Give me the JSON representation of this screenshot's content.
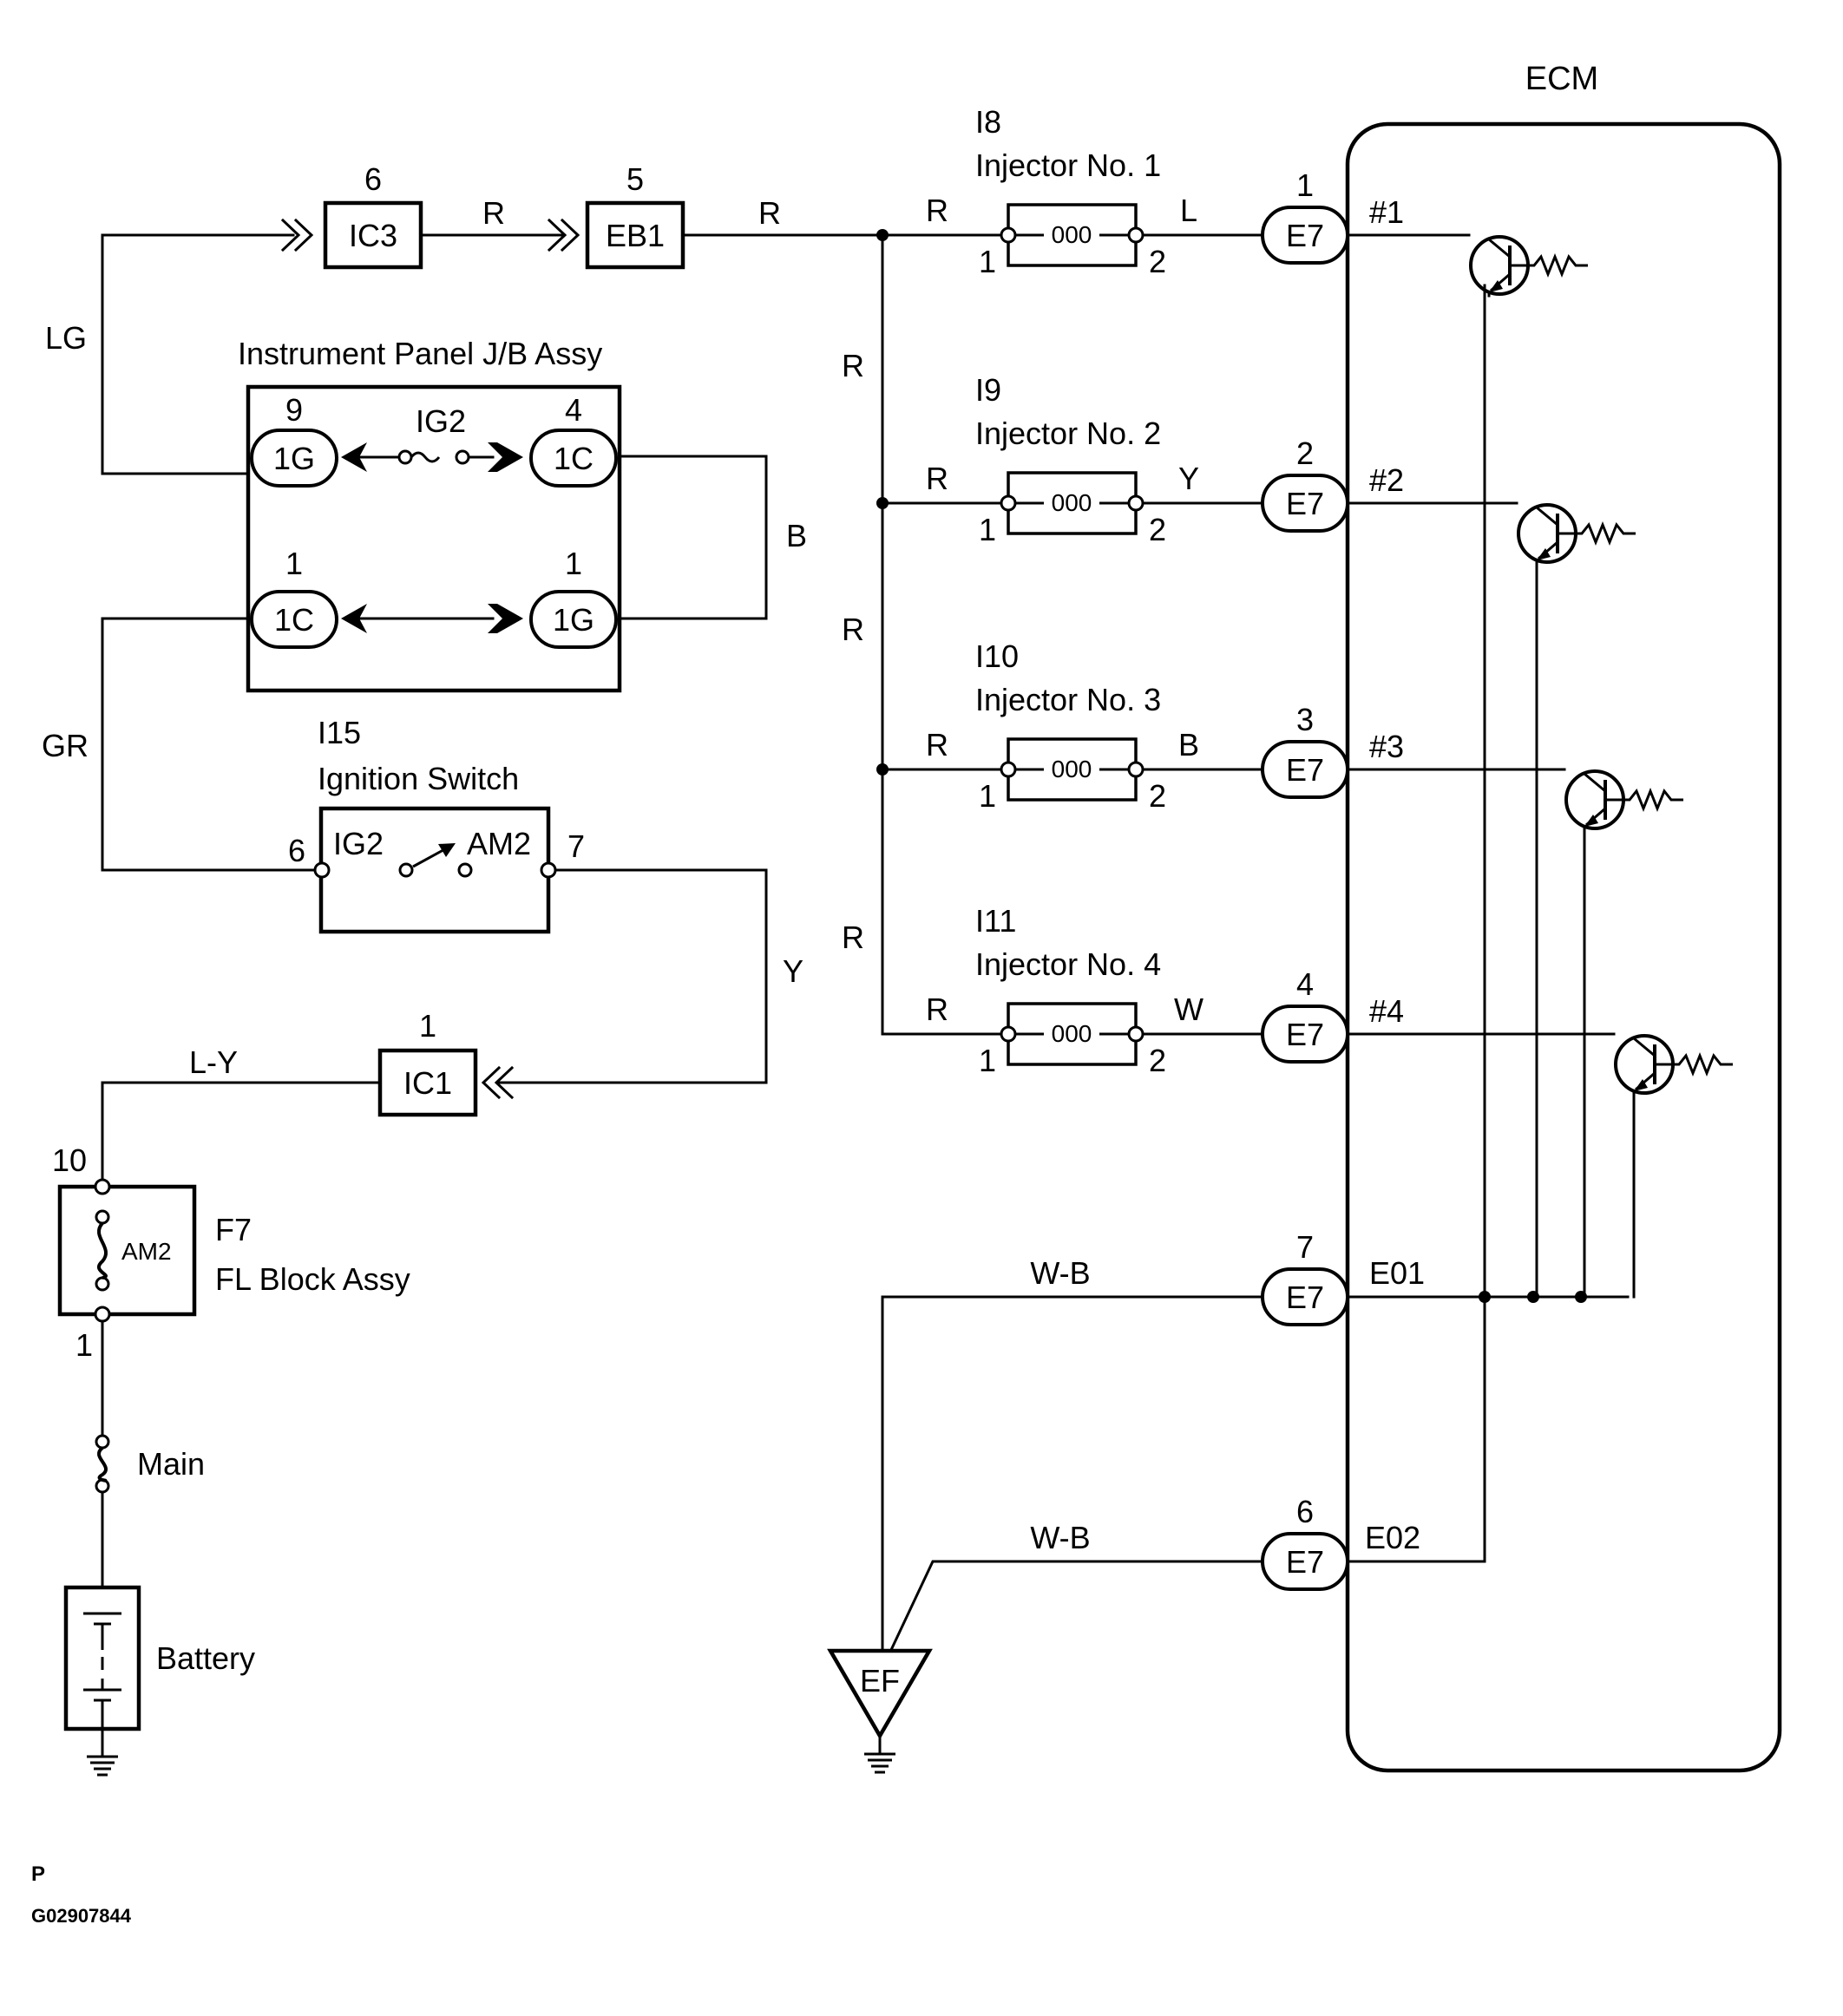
{
  "ecm": {
    "title": "ECM"
  },
  "wire_colors": {
    "lg": "LG",
    "gr": "GR",
    "b": "B",
    "y": "Y",
    "ly": "L-Y",
    "r_ic3_eb1": "R",
    "r_eb1_bus": "R",
    "r_bus_1": "R",
    "r_bus_2": "R",
    "r_bus_3": "R",
    "r_inj1": "R",
    "r_inj2": "R",
    "r_inj3": "R",
    "r_inj4": "R",
    "inj1_out": "L",
    "inj2_out": "Y",
    "inj3_out": "B",
    "inj4_out": "W",
    "wb1": "W-B",
    "wb2": "W-B"
  },
  "connectors": {
    "ic3": {
      "label": "IC3",
      "pin": "6"
    },
    "eb1": {
      "label": "EB1",
      "pin": "5"
    },
    "ic1": {
      "label": "IC1",
      "pin": "1"
    }
  },
  "junction_block": {
    "title": "Instrument Panel J/B Assy",
    "fuse": "IG2",
    "tl": {
      "label": "1G",
      "pin": "9"
    },
    "tr": {
      "label": "1C",
      "pin": "4"
    },
    "bl": {
      "label": "1C",
      "pin": "1"
    },
    "br": {
      "label": "1G",
      "pin": "1"
    }
  },
  "ignition_switch": {
    "id": "I15",
    "name": "Ignition Switch",
    "ig2": "IG2",
    "am2": "AM2",
    "pin_left": "6",
    "pin_right": "7"
  },
  "fl_block": {
    "id": "F7",
    "name": "FL Block Assy",
    "fuse": "AM2",
    "pin_top": "10",
    "pin_bottom": "1"
  },
  "main_fuse": "Main",
  "battery": "Battery",
  "injectors": [
    {
      "id": "I8",
      "name": "Injector No. 1",
      "pin_in": "1",
      "pin_out": "2",
      "ecm_pin": "1",
      "conn": "E7",
      "ecm_label": "#1"
    },
    {
      "id": "I9",
      "name": "Injector No. 2",
      "pin_in": "1",
      "pin_out": "2",
      "ecm_pin": "2",
      "conn": "E7",
      "ecm_label": "#2"
    },
    {
      "id": "I10",
      "name": "Injector No. 3",
      "pin_in": "1",
      "pin_out": "2",
      "ecm_pin": "3",
      "conn": "E7",
      "ecm_label": "#3"
    },
    {
      "id": "I11",
      "name": "Injector No. 4",
      "pin_in": "1",
      "pin_out": "2",
      "ecm_pin": "4",
      "conn": "E7",
      "ecm_label": "#4"
    }
  ],
  "grounds": [
    {
      "conn": "E7",
      "pin": "7",
      "label": "E01"
    },
    {
      "conn": "E7",
      "pin": "6",
      "label": "E02"
    }
  ],
  "ground_point": "EF",
  "coil_glyph": "000",
  "footer": {
    "code": "P",
    "figure": "G02907844"
  }
}
